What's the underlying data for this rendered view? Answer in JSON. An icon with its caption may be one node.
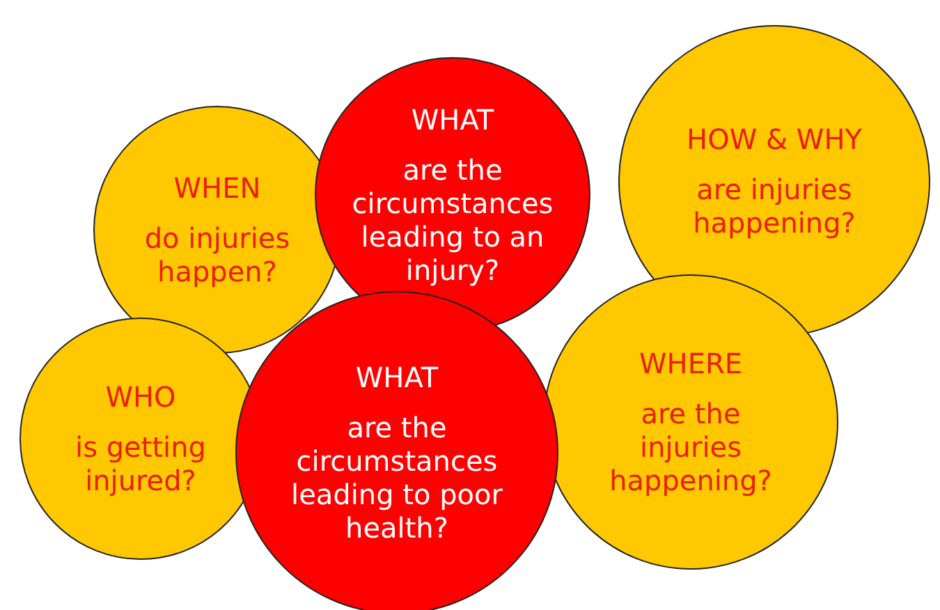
{
  "diagram": {
    "nodes": [
      {
        "text": [
          "WHAT",
          "are the circumstances leading to an injury?"
        ]
      },
      {
        "text": [
          "HOW & WHY",
          "are injuries happening?"
        ]
      },
      {
        "text": [
          "WHEN",
          "do injuries happen?"
        ]
      },
      {
        "text": [
          "WHERE",
          "are the injuries happening?"
        ]
      },
      {
        "text": [
          "WHAT",
          "are the circumstances leading to poor health?"
        ]
      },
      {
        "text": [
          "WHO",
          "is getting injured?"
        ]
      }
    ]
  }
}
